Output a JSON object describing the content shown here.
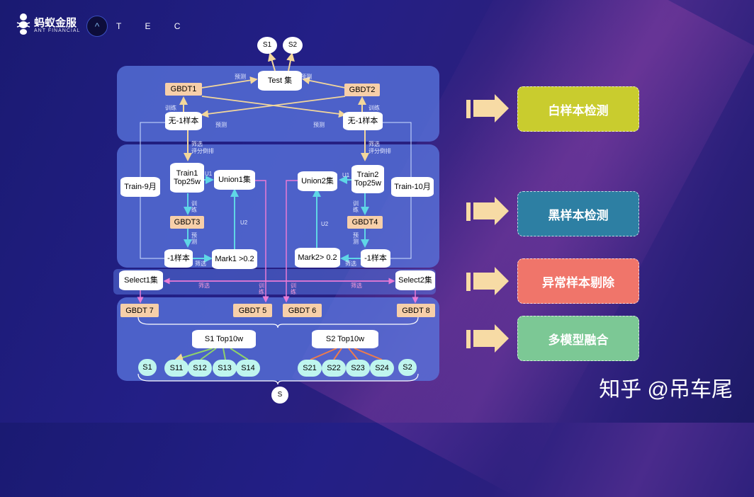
{
  "logo": {
    "brand": "蚂蚁金服",
    "brand_sub": "ANT FINANCIAL",
    "tec_letters": "T E C"
  },
  "top": {
    "s1": "S1",
    "s2": "S2",
    "test": "Test 集",
    "gbdt1": "GBDT1",
    "gbdt2": "GBDT2",
    "no1_left": "无-1样本",
    "no1_right": "无-1样本",
    "lbl_predict_a": "预测",
    "lbl_predict_b": "预测",
    "lbl_train_a": "训练",
    "lbl_train_b": "训练",
    "lbl_predict_c": "预测",
    "lbl_predict_d": "预测"
  },
  "mid": {
    "filter_left": "筛选",
    "rank_left": "评分倒排",
    "filter_right": "筛选",
    "rank_right": "评分倒排",
    "train1": "Train1\nTop25w",
    "train2": "Train2\nTop25w",
    "union1": "Union1集",
    "union2": "Union2集",
    "train9": "Train-9月",
    "train10": "Train-10月",
    "gbdt3": "GBDT3",
    "gbdt4": "GBDT4",
    "neg_left": "-1样本",
    "neg_right": "-1样本",
    "mark1": "Mark1 >0.2",
    "mark2": "Mark2> 0.2",
    "u1_left": "U1",
    "u1_right": "U1",
    "u2_left": "U2",
    "u2_right": "U2",
    "train_lbl_left": "训练",
    "train_lbl_right": "训练",
    "predict_lbl_left": "预测",
    "predict_lbl_right": "预测",
    "filter_bottom_left": "筛选",
    "filter_bottom_right": "筛选"
  },
  "select": {
    "select1": "Select1集",
    "select2": "Select2集",
    "filter_a": "筛选",
    "filter_b": "筛选",
    "train_a": "训练",
    "train_b": "训练"
  },
  "bottom": {
    "gbdt7": "GBDT 7",
    "gbdt5": "GBDT 5",
    "gbdt6": "GBDT 6",
    "gbdt8": "GBDT 8",
    "s1top": "S1 Top10w",
    "s2top": "S2 Top10w",
    "s1": "S1",
    "s11": "S11",
    "s12": "S12",
    "s13": "S13",
    "s14": "S14",
    "s21": "S21",
    "s22": "S22",
    "s23": "S23",
    "s24": "S24",
    "s2": "S2",
    "s": "S"
  },
  "categories": [
    {
      "label": "白样本检测",
      "color": "#c9cc2e"
    },
    {
      "label": "黑样本检测",
      "color": "#2d7fa3"
    },
    {
      "label": "异常样本剔除",
      "color": "#f0756a"
    },
    {
      "label": "多模型融合",
      "color": "#7cc895"
    }
  ],
  "watermark": "知乎 @吊车尾"
}
